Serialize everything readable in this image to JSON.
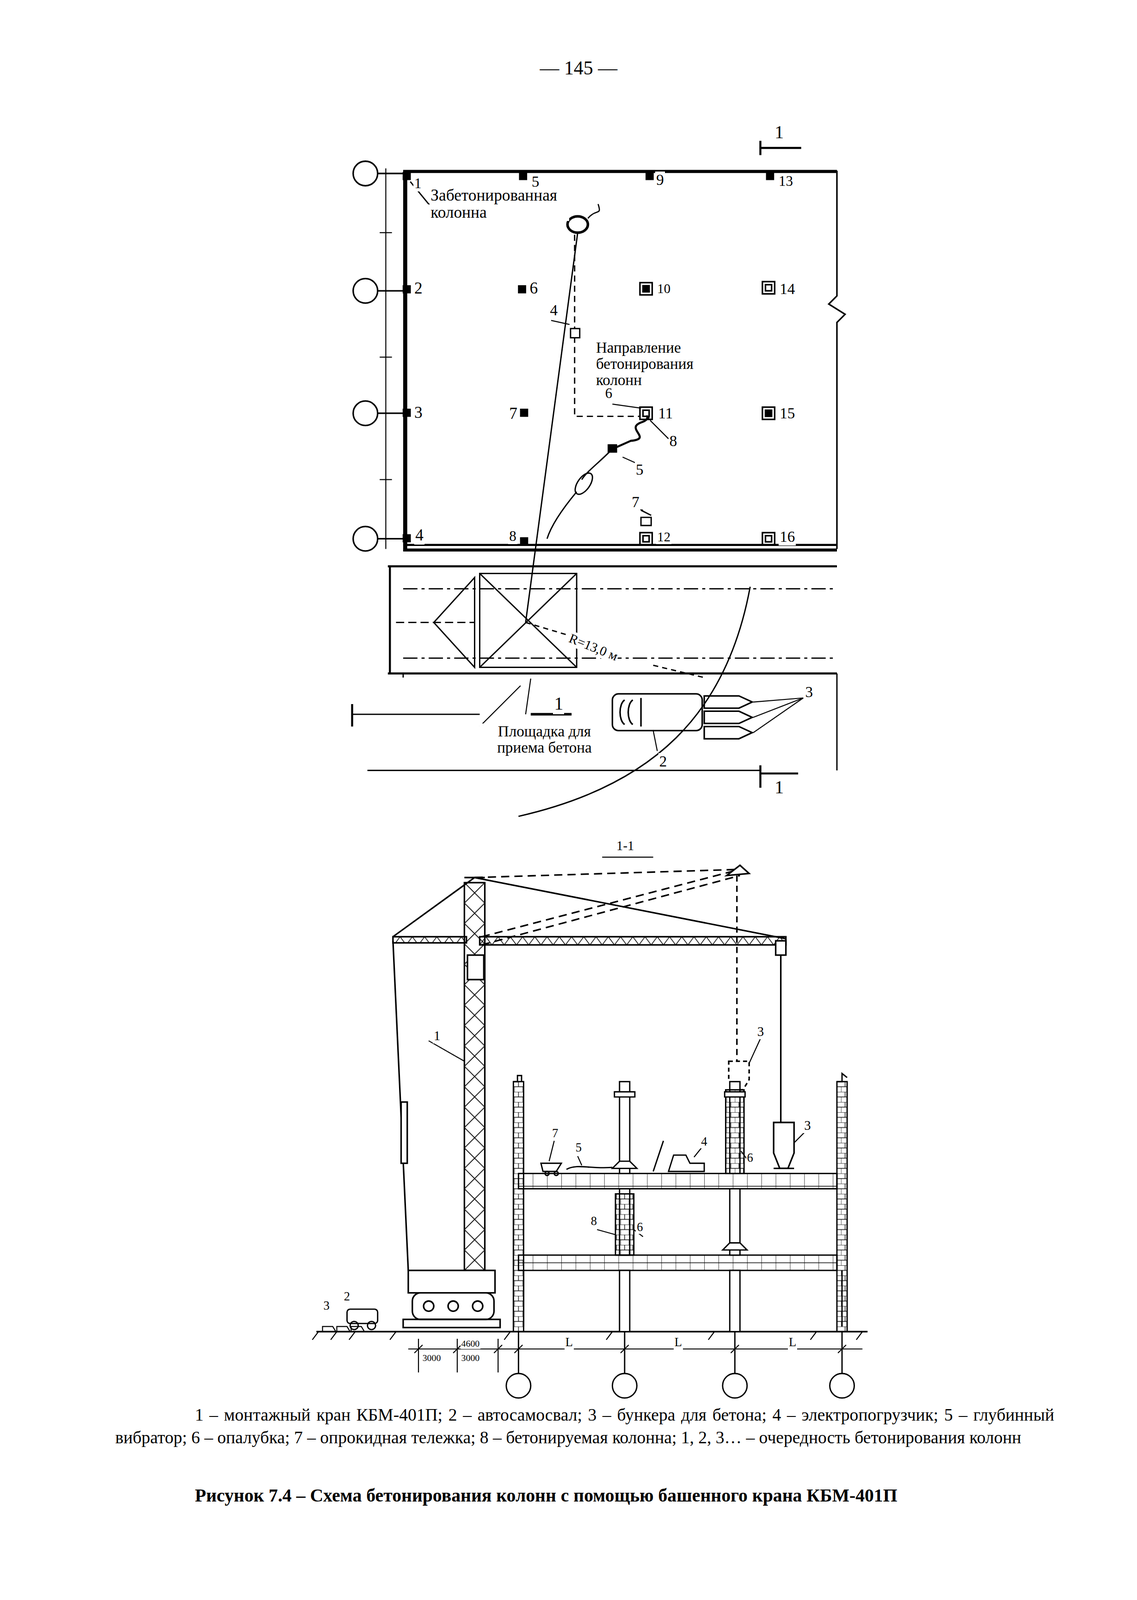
{
  "diagram": {
    "caption": "Рисунок 7.4 – Схема бетонирования колонн с помощью башенного крана КБМ-401П",
    "labels": [
      "— 145 —",
      "1",
      "1",
      "5",
      "9",
      "13",
      "Забетонированная колонна",
      "2",
      "6",
      "10",
      "14",
      "4",
      "Направление бетонирования колонн",
      "6",
      "7",
      "11",
      "15",
      "8",
      "3",
      "5",
      "7",
      "4",
      "8",
      "12",
      "16",
      "R=13,0 м",
      "1",
      "Площадка для приема бетона",
      "2",
      "3",
      "1",
      "1-1",
      "1",
      "3",
      "7",
      "5",
      "4",
      "6",
      "3",
      "8",
      "6",
      "2",
      "3",
      "3000",
      "4600",
      "3000",
      "L",
      "L",
      "L",
      "1 – монтажный кран КБМ-401П; 2 – автосамосвал; 3 – бункера для бетона; 4 – электропогрузчик; 5 – глубинный вибратор; 6 – опалубка; 7 – опрокидная тележка; 8 – бетонируемая колонна; 1, 2, 3… – очередность бетонирования колонн"
    ]
  }
}
